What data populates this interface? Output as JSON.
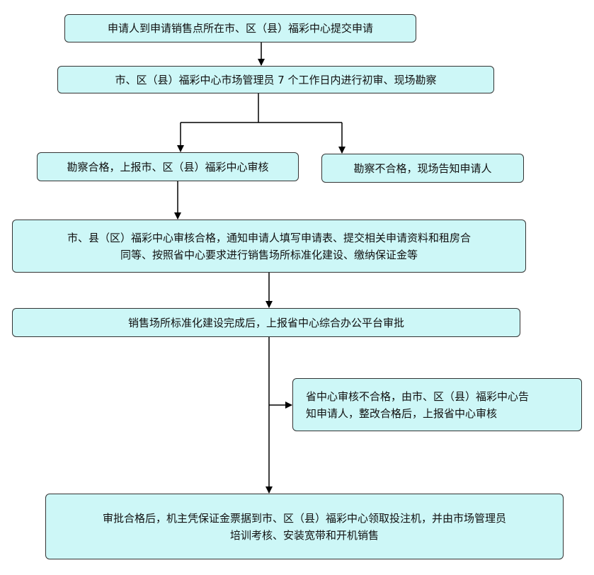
{
  "colors": {
    "box_fill": "#cdf7f7",
    "box_border": "#333333",
    "arrow": "#000000"
  },
  "nodes": [
    {
      "id": "n1",
      "lines": [
        "申请人到申请销售点所在市、区（县）福彩中心提交申请"
      ]
    },
    {
      "id": "n2",
      "lines": [
        "市、区（县）福彩中心市场管理员 7 个工作日内进行初审、现场勘察"
      ]
    },
    {
      "id": "n3",
      "lines": [
        "勘察合格，上报市、区（县）福彩中心审核"
      ]
    },
    {
      "id": "n4",
      "lines": [
        "勘察不合格，现场告知申请人"
      ]
    },
    {
      "id": "n5",
      "lines": [
        "市、县（区）福彩中心审核合格，通知申请人填写申请表、提交相关申请资料和租房合",
        "同等、按照省中心要求进行销售场所标准化建设、缴纳保证金等"
      ]
    },
    {
      "id": "n6",
      "lines": [
        "销售场所标准化建设完成后，上报省中心综合办公平台审批"
      ]
    },
    {
      "id": "n7",
      "lines": [
        "省中心审核不合格，由市、区（县）福彩中心告",
        "知申请人，整改合格后，上报省中心审核"
      ]
    },
    {
      "id": "n8",
      "lines": [
        "审批合格后，机主凭保证金票据到市、区（县）福彩中心领取投注机，并由市场管理员",
        "培训考核、安装宽带和开机销售"
      ]
    }
  ]
}
